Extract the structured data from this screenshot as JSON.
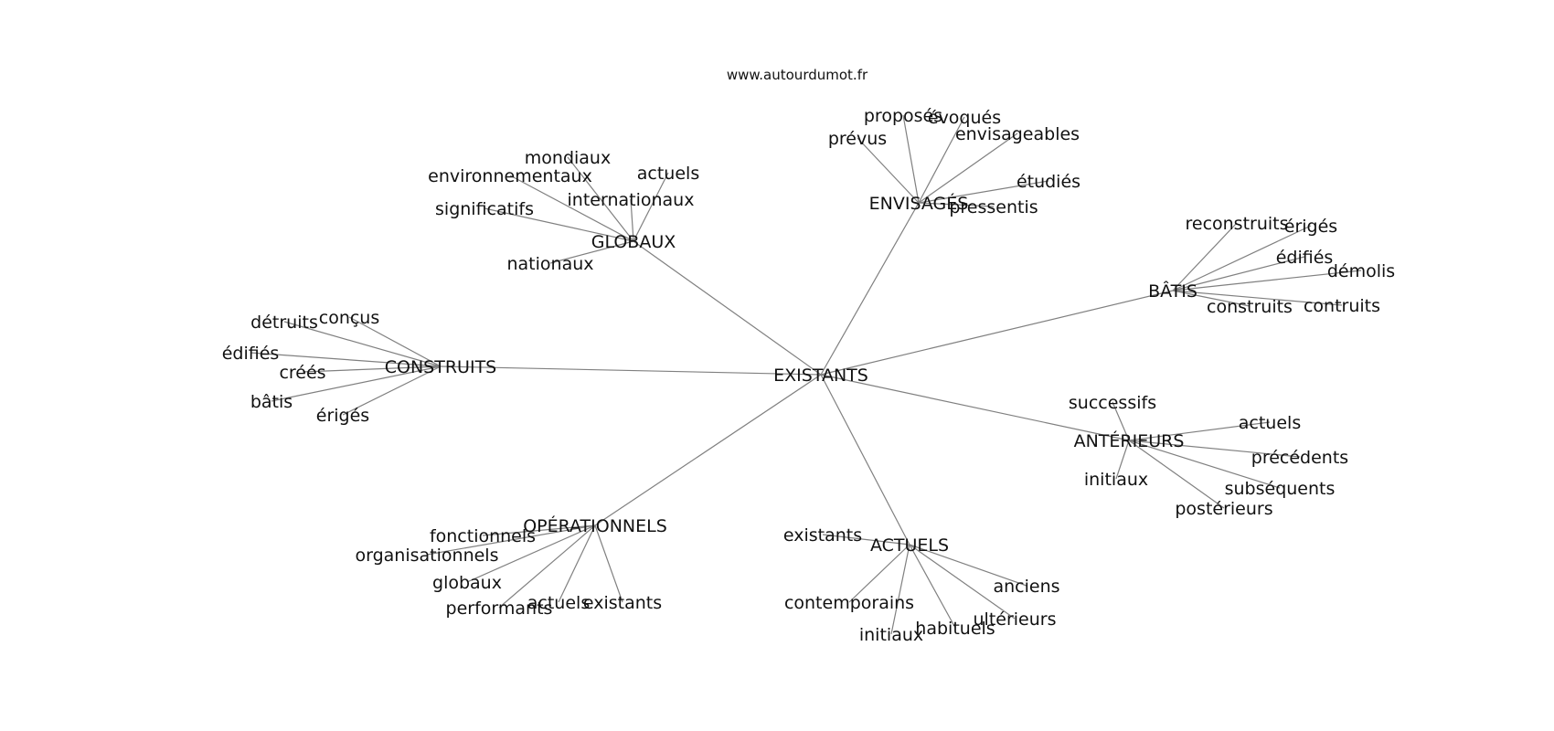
{
  "source": "www.autourdumot.fr",
  "root": "EXISTANTS",
  "groups": [
    {
      "label": "GLOBAUX",
      "children": [
        "mondiaux",
        "actuels",
        "environnementaux",
        "internationaux",
        "significatifs",
        "nationaux"
      ]
    },
    {
      "label": "ENVISAGÉS",
      "children": [
        "proposés",
        "évoqués",
        "prévus",
        "envisageables",
        "étudiés",
        "pressentis"
      ]
    },
    {
      "label": "BÂTIS",
      "children": [
        "reconstruits",
        "érigés",
        "édifiés",
        "démolis",
        "construits",
        "contruits"
      ]
    },
    {
      "label": "CONSTRUITS",
      "children": [
        "détruits",
        "conçus",
        "édifiés",
        "créés",
        "bâtis",
        "érigés"
      ]
    },
    {
      "label": "ANTÉRIEURS",
      "children": [
        "successifs",
        "actuels",
        "précédents",
        "subséquents",
        "initiaux",
        "postérieurs"
      ]
    },
    {
      "label": "OPÉRATIONNELS",
      "children": [
        "fonctionnels",
        "organisationnels",
        "globaux",
        "performants",
        "actuels",
        "existants"
      ]
    },
    {
      "label": "ACTUELS",
      "children": [
        "existants",
        "contemporains",
        "anciens",
        "ultérieurs",
        "habituels",
        "initiaux"
      ]
    }
  ]
}
